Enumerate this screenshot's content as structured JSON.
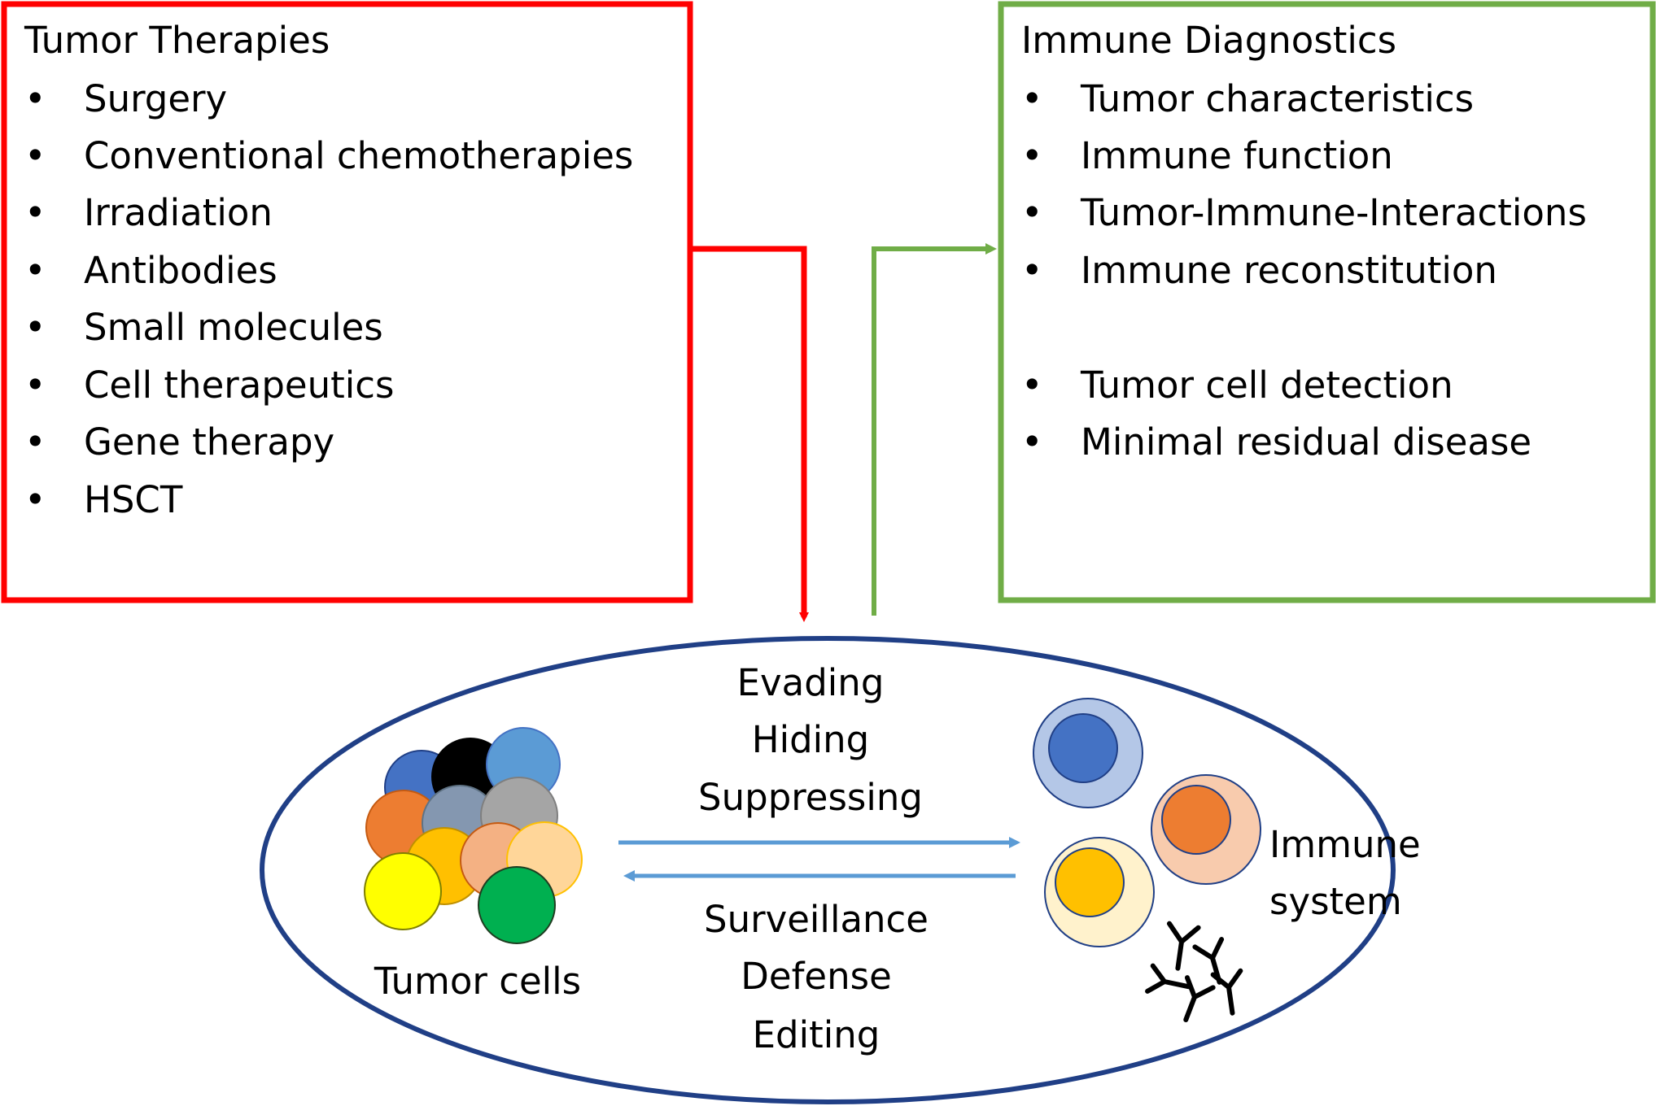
{
  "therapies": {
    "title": "Tumor Therapies",
    "items": [
      "Surgery",
      "Conventional chemotherapies",
      "Irradiation",
      "Antibodies",
      "Small molecules",
      "Cell therapeutics",
      "Gene therapy",
      "HSCT"
    ]
  },
  "diagnostics": {
    "title": "Immune Diagnostics",
    "group1": [
      "Tumor characteristics",
      "Immune function",
      "Tumor-Immune-Interactions",
      "Immune reconstitution"
    ],
    "group2": [
      "Tumor cell detection",
      "Minimal residual disease"
    ]
  },
  "interaction": {
    "tumor_to_immune": [
      "Evading",
      "Hiding",
      "Suppressing"
    ],
    "immune_to_tumor": [
      "Surveillance",
      "Defense",
      "Editing"
    ]
  },
  "labels": {
    "tumor_cells": "Tumor cells",
    "immune_line1": "Immune",
    "immune_line2": "system",
    "bullet": "•"
  },
  "colors": {
    "therapy_border": "#ff0000",
    "diagnostics_border": "#70ad47",
    "ellipse_border": "#203f86",
    "horizontal_arrow": "#5b9bd5"
  },
  "icons": [
    "tumor-cell-icon",
    "immune-cell-icon",
    "antibody-icon"
  ]
}
